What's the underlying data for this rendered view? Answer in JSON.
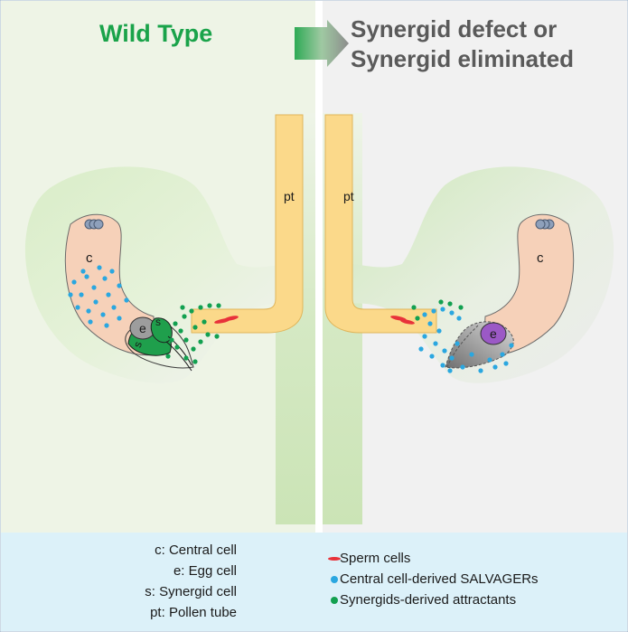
{
  "titles": {
    "wild_type": "Wild Type",
    "mutant_line1": "Synergid defect or",
    "mutant_line2": "Synergid eliminated"
  },
  "labels": {
    "pt": "pt",
    "central": "c",
    "egg": "e",
    "synergid": "s"
  },
  "legend_left": [
    "c: Central cell",
    "e: Egg cell",
    "s: Synergid cell",
    "pt: Pollen tube"
  ],
  "legend_right": [
    {
      "label": "Sperm cells",
      "marker": "sperm",
      "color": "#e8323a"
    },
    {
      "label": "Central cell-derived SALVAGERs",
      "marker": "dot",
      "color": "#2aa7e0"
    },
    {
      "label": "Synergids-derived attractants",
      "marker": "dot",
      "color": "#12a050"
    }
  ],
  "colors": {
    "wild_type_title": "#1aa34a",
    "mutant_title": "#5a5a5a",
    "salvager": "#2aa7e0",
    "attractant": "#12a050",
    "sperm": "#e8323a",
    "pollen_tube": "#fbd98a",
    "central_cell": "#f6d1b9",
    "egg_cell": "#9b59c6"
  }
}
